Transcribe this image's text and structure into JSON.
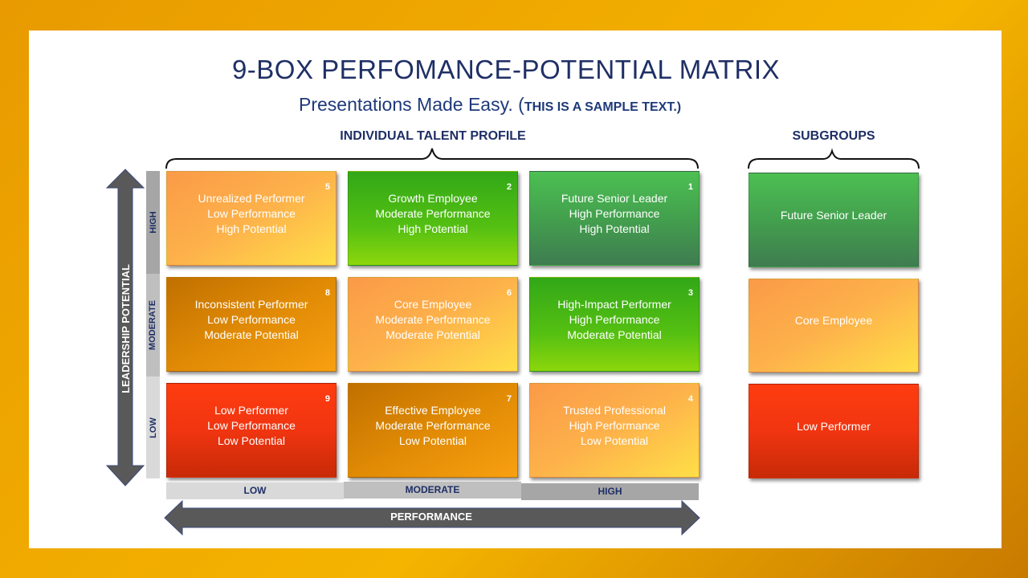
{
  "title": "9-BOX PERFOMANCE-POTENTIAL  MATRIX",
  "subtitle": "Presentations Made Easy. (",
  "subtitle_note": "THIS IS A SAMPLE TEXT.)",
  "grid_header": "INDIVIDUAL TALENT PROFILE",
  "subgroups_header": "SUBGROUPS",
  "y_axis": {
    "label": "LEADERSHIP POTENTIAL",
    "levels": [
      "HIGH",
      "MODERATE",
      "LOW"
    ]
  },
  "x_axis": {
    "label": "PERFORMANCE",
    "levels": [
      "LOW",
      "MODERATE",
      "HIGH"
    ]
  },
  "boxes": [
    {
      "num": "5",
      "name": "Unrealized  Performer",
      "perf": "Low Performance",
      "pot": "High Potential",
      "color": "#fdb24a"
    },
    {
      "num": "2",
      "name": "Growth  Employee",
      "perf": "Moderate Performance",
      "pot": "High Potential",
      "color": "#55c012"
    },
    {
      "num": "1",
      "name": "Future Senior Leader",
      "perf": "High Performance",
      "pot": "High Potential",
      "color": "#43a04e"
    },
    {
      "num": "8",
      "name": "Inconsistent Performer",
      "perf": "Low Performance",
      "pot": "Moderate  Potential",
      "color": "#e08a05"
    },
    {
      "num": "6",
      "name": "Core Employee",
      "perf": "Moderate Performance",
      "pot": "Moderate  Potential",
      "color": "#fdb24a"
    },
    {
      "num": "3",
      "name": "High-Impact Performer",
      "perf": "High Performance",
      "pot": "Moderate Potential",
      "color": "#55c012"
    },
    {
      "num": "9",
      "name": "Low Performer",
      "perf": "Low Performance",
      "pot": "Low Potential",
      "color": "#f03510"
    },
    {
      "num": "7",
      "name": "Effective Employee",
      "perf": "Moderate Performance",
      "pot": "Low Potential",
      "color": "#e08a05"
    },
    {
      "num": "4",
      "name": "Trusted Professional",
      "perf": "High Performance",
      "pot": "Low Potential",
      "color": "#fdb24a"
    }
  ],
  "subgroups": [
    "Future Senior Leader",
    "Core Employee",
    "Low Performer"
  ]
}
